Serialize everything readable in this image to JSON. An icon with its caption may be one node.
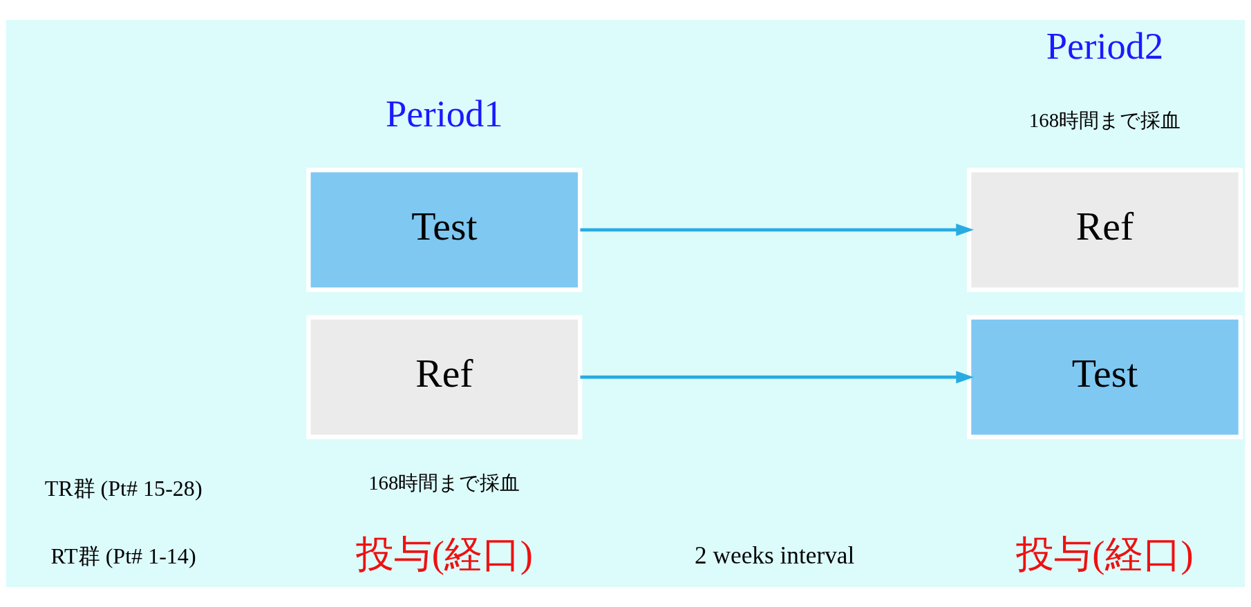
{
  "diagram": {
    "nodes": [
      {
        "text": [
          "Ref"
        ]
      },
      {
        "text": [
          "Test"
        ]
      },
      {
        "text": [
          "Test"
        ]
      },
      {
        "text": [
          "Ref"
        ]
      }
    ],
    "edges": [
      {
        "from": 0,
        "to": 1,
        "arrow": "to"
      },
      {
        "from": 2,
        "to": 3,
        "arrow": "to"
      }
    ],
    "labels": [
      "投与(経口)",
      "168時間まで採血",
      "2 weeks interval",
      "投与(経口)",
      "168時間まで採血",
      "RT群 (Pt# 1-14)",
      "TR群 (Pt# 15-28)",
      "Period1",
      "Period2"
    ]
  }
}
